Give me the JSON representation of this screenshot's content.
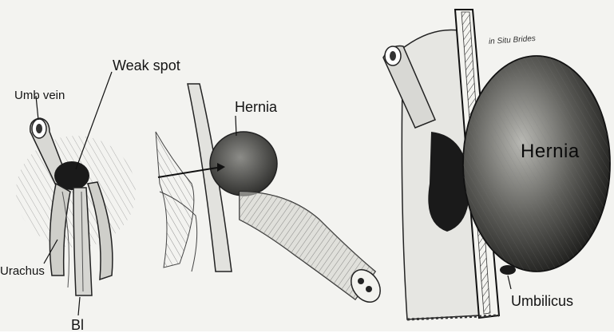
{
  "figure": {
    "labels": {
      "umb_vein": "Umb vein",
      "weak_spot": "Weak spot",
      "urachus": "Urachus",
      "bladder": "Bl",
      "hernia_left": "Hernia",
      "hernia_right": "Hernia",
      "umbilicus": "Umbilicus",
      "annotation_top": "in Situ Brides"
    }
  }
}
